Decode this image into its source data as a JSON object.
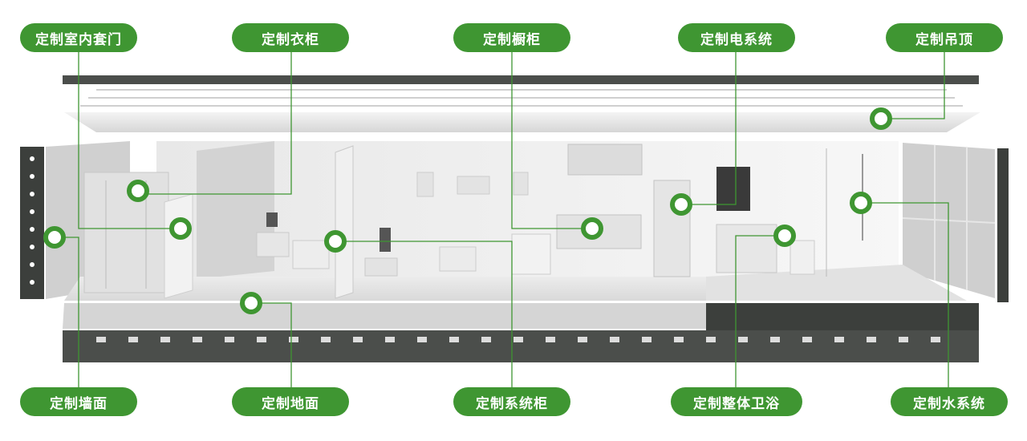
{
  "labels": {
    "door": "定制室内套门",
    "wardrobe": "定制衣柜",
    "cabinet": "定制橱柜",
    "electric": "定制电系统",
    "ceiling": "定制吊顶",
    "wall": "定制墙面",
    "floor": "定制地面",
    "system_cabinet": "定制系统柜",
    "bathroom": "定制整体卫浴",
    "water": "定制水系统"
  },
  "colors": {
    "accent": "#3f9632",
    "line": "#3f9632",
    "dark_slab": "#4b4e4b",
    "wall_panel": "#dcdcdc",
    "floor": "#e9e9e9"
  }
}
